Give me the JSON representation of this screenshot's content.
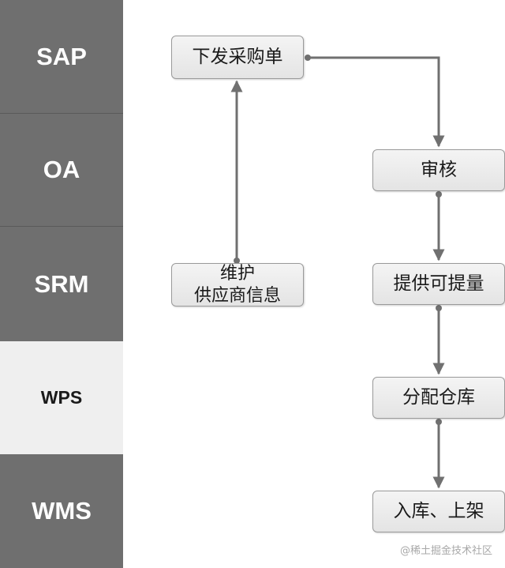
{
  "lanes": [
    {
      "label": "SAP"
    },
    {
      "label": "OA"
    },
    {
      "label": "SRM"
    },
    {
      "label": "WPS"
    },
    {
      "label": "WMS"
    }
  ],
  "nodes": {
    "issue_po": "下发采购单",
    "review": "审核",
    "provide_qty": "提供可提量",
    "allocate_wh": "分配仓库",
    "inbound_shelve": "入库、上架",
    "maintain_supplier_line1": "维护",
    "maintain_supplier_line2": "供应商信息"
  },
  "watermark": "@稀土掘金技术社区",
  "colors": {
    "lane_dark": "#6f6f6f",
    "lane_light": "#efefef",
    "connector": "#707070",
    "node_fill": "#ececec"
  }
}
